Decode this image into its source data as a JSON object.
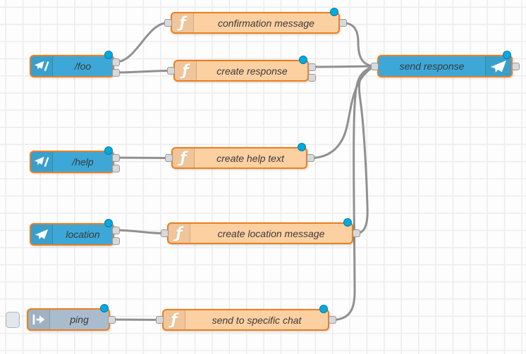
{
  "app": {
    "view": "flow-editor-canvas"
  },
  "colors": {
    "selected_node_border": "#ec7f1e",
    "telegram_node_fill": "#3da8d8",
    "function_node_fill": "#fdd0a2",
    "inject_node_fill": "#a9bccd",
    "wire": "#909090",
    "port_fill": "#d9d9d9",
    "changed_badge": "#00abdf",
    "grid_line": "#ececec"
  },
  "nodes": [
    {
      "label": "/foo",
      "type": "telegram-command",
      "icon": "telegram-command-icon",
      "outputs": 2,
      "changed": true
    },
    {
      "label": "confirmation message",
      "type": "function",
      "icon": "function-icon",
      "outputs": 1,
      "changed": true
    },
    {
      "label": "create response",
      "type": "function",
      "icon": "function-icon",
      "outputs": 2,
      "changed": true
    },
    {
      "label": "send response",
      "type": "telegram-sender",
      "icon": "paper-plane-icon",
      "outputs": 1,
      "changed": true
    },
    {
      "label": "/help",
      "type": "telegram-command",
      "icon": "telegram-command-icon",
      "outputs": 2,
      "changed": true
    },
    {
      "label": "create help text",
      "type": "function",
      "icon": "function-icon",
      "outputs": 1,
      "changed": true
    },
    {
      "label": "location",
      "type": "telegram-receiver",
      "icon": "paper-plane-icon",
      "outputs": 2,
      "changed": true
    },
    {
      "label": "create location message",
      "type": "function",
      "icon": "function-icon",
      "outputs": 1,
      "changed": true
    },
    {
      "label": "ping",
      "type": "inject",
      "icon": "inject-arrow-icon",
      "outputs": 1,
      "changed": true
    },
    {
      "label": "send to specific chat",
      "type": "function",
      "icon": "function-icon",
      "outputs": 1,
      "changed": true
    }
  ],
  "connections": [
    {
      "from": "/foo",
      "from_port": 1,
      "to": "confirmation message"
    },
    {
      "from": "/foo",
      "from_port": 2,
      "to": "create response"
    },
    {
      "from": "confirmation message",
      "from_port": 1,
      "to": "send response"
    },
    {
      "from": "create response",
      "from_port": 1,
      "to": "send response"
    },
    {
      "from": "create help text",
      "from_port": 1,
      "to": "send response"
    },
    {
      "from": "create location message",
      "from_port": 1,
      "to": "send response"
    },
    {
      "from": "send to specific chat",
      "from_port": 1,
      "to": "send response"
    },
    {
      "from": "/help",
      "from_port": 1,
      "to": "create help text"
    },
    {
      "from": "location",
      "from_port": 1,
      "to": "create location message"
    },
    {
      "from": "ping",
      "from_port": 1,
      "to": "send to specific chat"
    }
  ]
}
